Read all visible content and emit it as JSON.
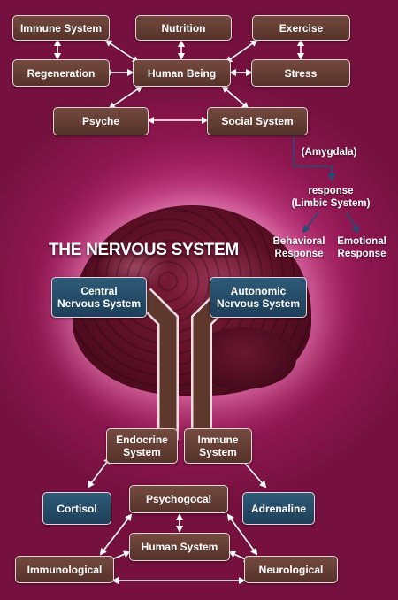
{
  "title": "THE NERVOUS SYSTEM",
  "top": {
    "immune_system": "Immune System",
    "nutrition": "Nutrition",
    "exercise": "Exercise",
    "regeneration": "Regeneration",
    "human_being": "Human Being",
    "stress": "Stress",
    "psyche": "Psyche",
    "social_system": "Social System"
  },
  "limbic": {
    "amygdala": "(Amygdala)",
    "response_line1": "response",
    "response_line2": "(Limbic System)",
    "behavioral_line1": "Behavioral",
    "behavioral_line2": "Response",
    "emotional_line1": "Emotional",
    "emotional_line2": "Response"
  },
  "nervous": {
    "central_line1": "Central",
    "central_line2": "Nervous System",
    "autonomic_line1": "Autonomic",
    "autonomic_line2": "Nervous System",
    "endocrine_line1": "Endocrine",
    "endocrine_line2": "System",
    "immune_line1": "Immune",
    "immune_line2": "System"
  },
  "bottom": {
    "cortisol": "Cortisol",
    "psychogocal": "Psychogocal",
    "adrenaline": "Adrenaline",
    "human_system": "Human System",
    "immunological": "Immunological",
    "neurological": "Neurological"
  },
  "colors": {
    "box_brown": "#5f3a30",
    "box_blue": "#234a66",
    "background": "#8e1750",
    "arrow": "#ffffff",
    "limbic_arrow": "#2b4a73"
  }
}
